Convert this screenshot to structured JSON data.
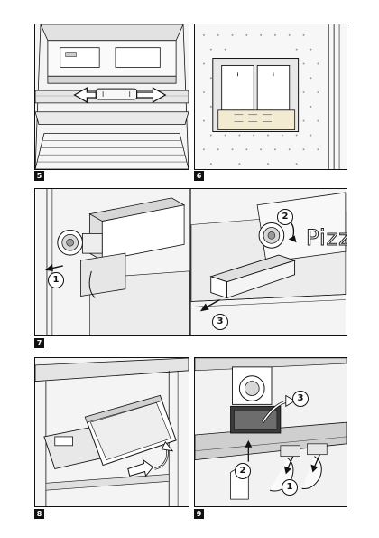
{
  "figures": [
    {
      "id": "fig-5",
      "label": "5"
    },
    {
      "id": "fig-6",
      "label": "6"
    },
    {
      "id": "fig-7",
      "label": "7"
    },
    {
      "id": "fig-8",
      "label": "8"
    },
    {
      "id": "fig-9",
      "label": "9"
    }
  ],
  "fig7": {
    "left_callouts": [
      "1"
    ],
    "right_callouts": [
      "2",
      "3"
    ],
    "box_text": "Pizz"
  },
  "fig9": {
    "callouts": [
      "1",
      "2",
      "3"
    ]
  },
  "colors": {
    "line": "#111111",
    "shade_light": "#eeeeee",
    "shade_mid": "#d0d0d0",
    "shade_dark": "#9a9a9a"
  }
}
